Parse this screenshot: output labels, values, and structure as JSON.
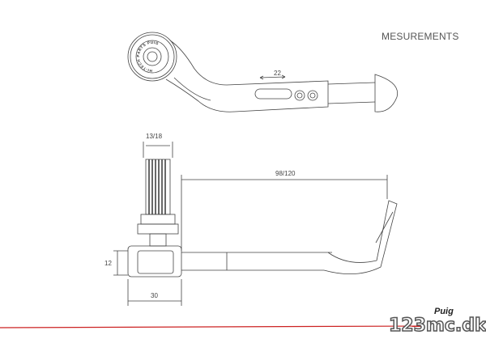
{
  "title": "MESUREMENTS",
  "dimensions": {
    "slot": "22",
    "bar_end_diameter": "13/18",
    "reach": "98/120",
    "thickness": "12",
    "width": "30"
  },
  "bolt_engraving": "HI-TECH PARTS PUIG",
  "brand": "Puig",
  "watermark": "123mc.dk",
  "colors": {
    "line": "#444444",
    "accent": "#cc2222"
  }
}
